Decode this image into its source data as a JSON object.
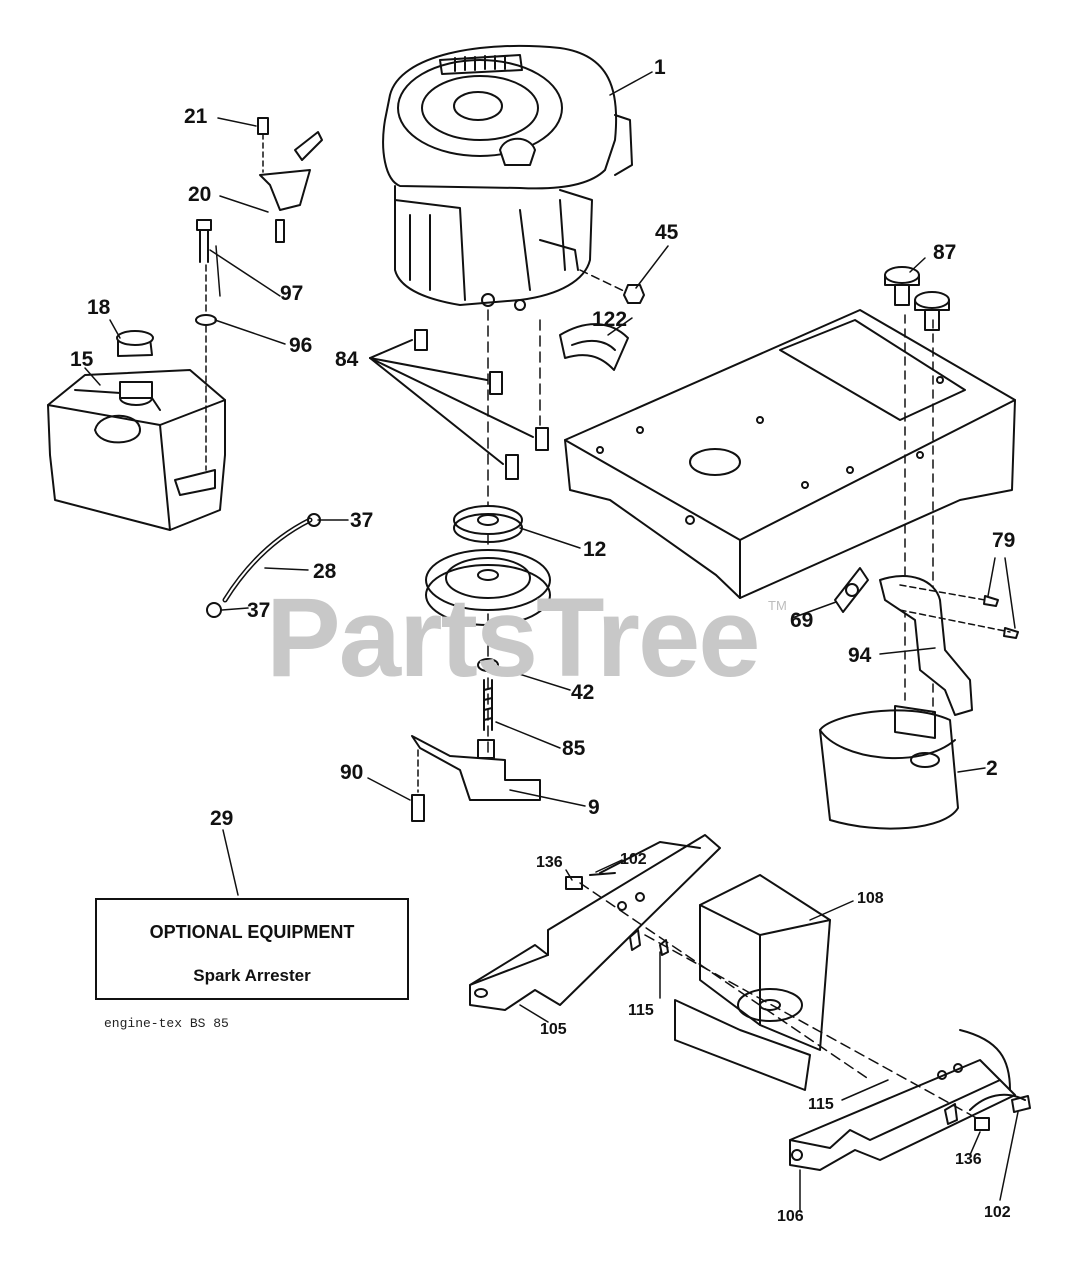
{
  "watermark": {
    "text": "PartsTree",
    "tm": "TM"
  },
  "callouts": {
    "engine": "1",
    "muffler": "2",
    "belt_guide": "9",
    "pulley": "12",
    "fuel_tank": "15",
    "fuel_cap": "18",
    "throttle_bracket": "20",
    "throttle_screw": "21",
    "fuel_line": "28",
    "optional_equipment": "29",
    "hose_clamp_top": "37",
    "hose_clamp_bottom": "37",
    "washer_42": "42",
    "nut_45": "45",
    "gasket": "69",
    "screws_79": "79",
    "bolts_84": "84",
    "bolt_85": "85",
    "knob_87": "87",
    "bolt_90": "90",
    "exhaust_pipe": "94",
    "washer_96": "96",
    "bolt_97": "97",
    "screw_102_top": "102",
    "screw_102_bottom": "102",
    "bracket_105": "105",
    "bracket_106": "106",
    "heat_shield": "108",
    "nut_115_top": "115",
    "nut_115_bottom": "115",
    "heat_shield_122": "122",
    "screw_136_top": "136",
    "screw_136_bottom": "136"
  },
  "optional_box": {
    "title": "OPTIONAL EQUIPMENT",
    "item": "Spark Arrester"
  },
  "footnote": "engine-tex BS 85"
}
